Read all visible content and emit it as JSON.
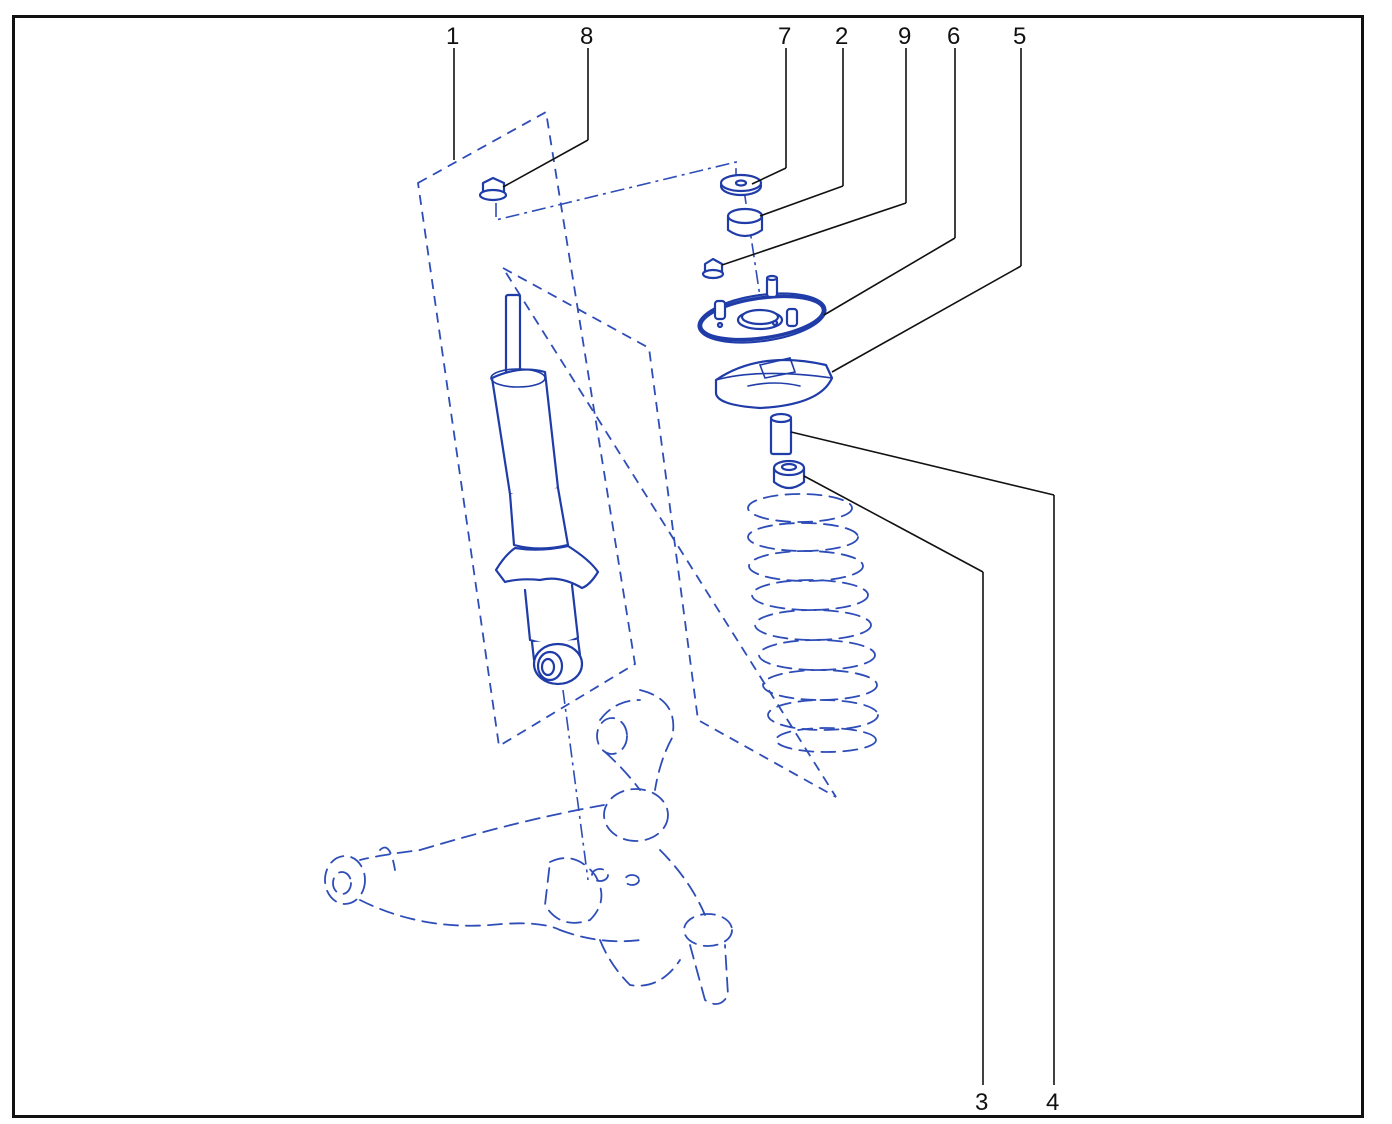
{
  "callouts": [
    {
      "id": "1",
      "label": "1"
    },
    {
      "id": "8",
      "label": "8"
    },
    {
      "id": "7",
      "label": "7"
    },
    {
      "id": "2",
      "label": "2"
    },
    {
      "id": "9",
      "label": "9"
    },
    {
      "id": "6",
      "label": "6"
    },
    {
      "id": "5",
      "label": "5"
    },
    {
      "id": "3",
      "label": "3"
    },
    {
      "id": "4",
      "label": "4"
    }
  ],
  "colors": {
    "part_line": "#1f3ca8",
    "frame": "#111111",
    "background": "#ffffff"
  }
}
